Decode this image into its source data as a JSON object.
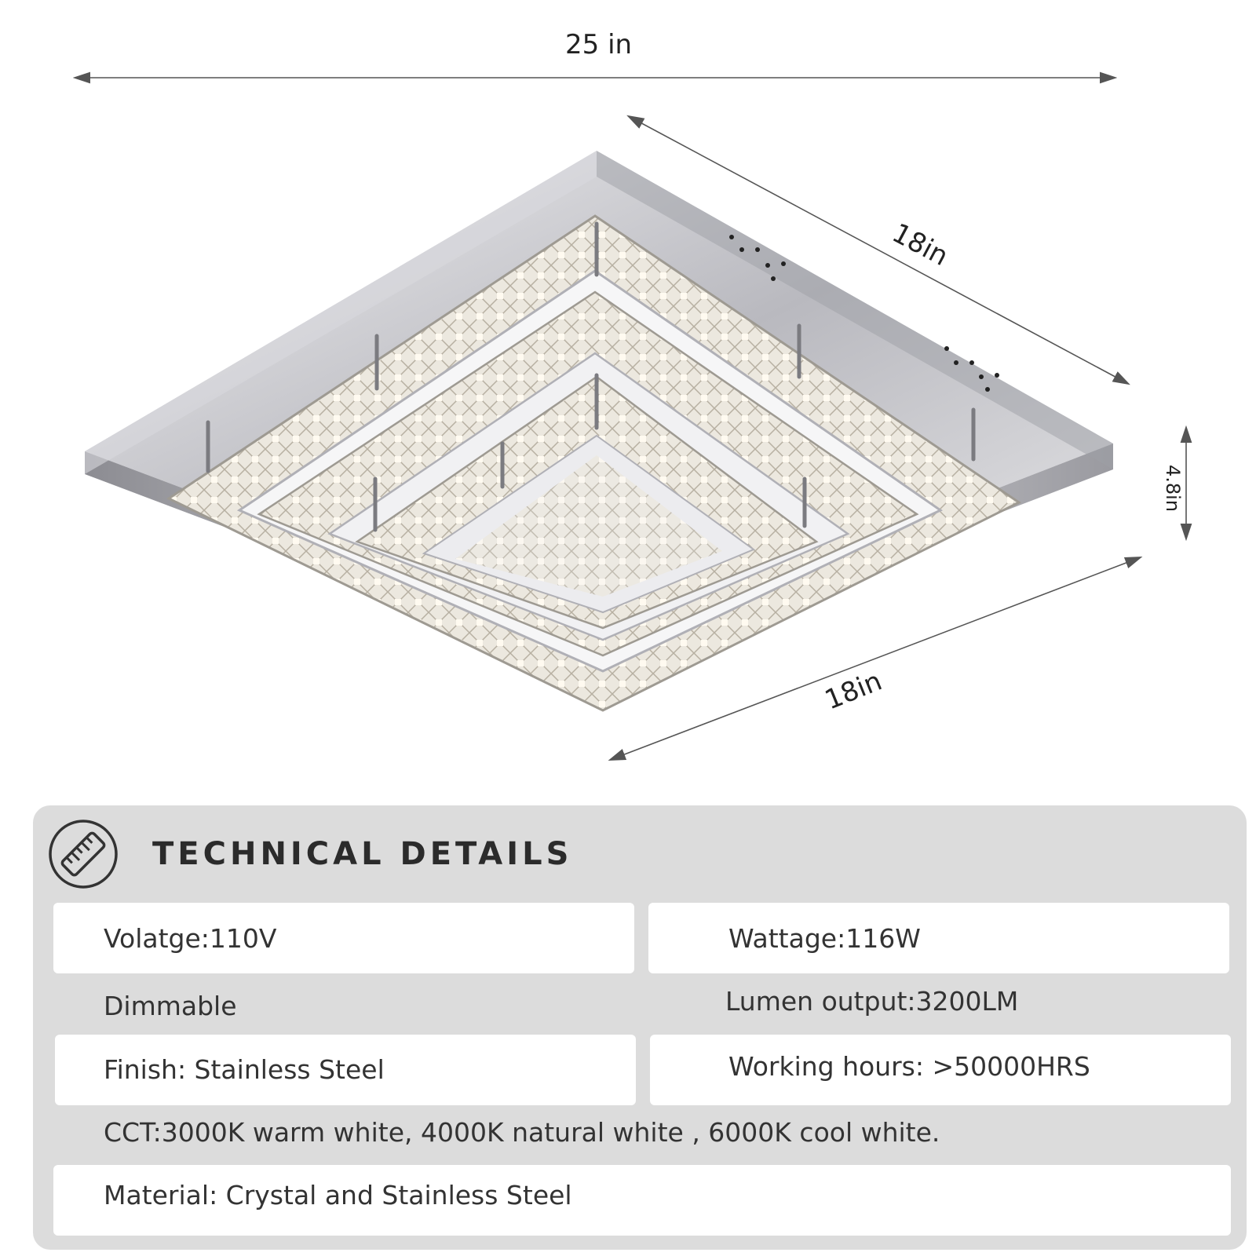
{
  "dimensions": {
    "width": "25 in",
    "depth": "18in",
    "length": "18in",
    "height": "4.8in"
  },
  "colors": {
    "panel_bg": "#dcdcdc",
    "box_bg": "#ffffff",
    "text": "#333333",
    "steel": "#c8c8cc"
  },
  "details": {
    "icon": "ruler-icon",
    "title": "TECHNICAL DETAILS",
    "voltage": "Volatge:110V",
    "wattage": "Wattage:116W",
    "dimmable": "Dimmable",
    "lumen": "Lumen output:3200LM",
    "finish": "Finish: Stainless Steel",
    "hours": "Working hours: >50000HRS",
    "cct": "CCT:3000K warm white, 4000K natural white , 6000K cool white.",
    "material": "Material: Crystal and Stainless Steel"
  }
}
